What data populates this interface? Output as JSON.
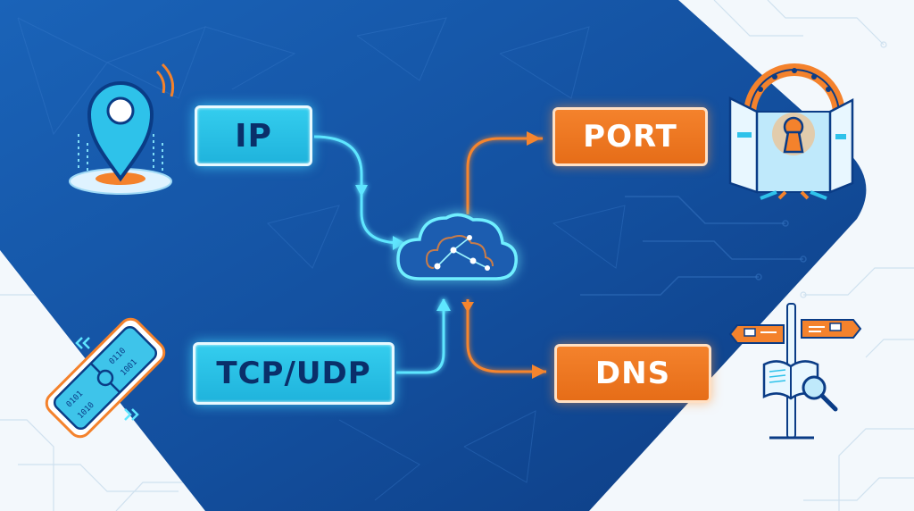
{
  "nodes": {
    "ip": "IP",
    "tcp_udp": "TCP/UDP",
    "port": "PORT",
    "dns": "DNS"
  },
  "icons": {
    "location": "map-pin-icon",
    "connector": "puzzle-cable-icon",
    "gateway": "keyhole-gate-icon",
    "signpost": "signpost-book-icon",
    "hub": "cloud-network-icon"
  },
  "colors": {
    "background_blue": "#1456a6",
    "cyan_accent": "#34cdee",
    "orange_accent": "#f4822c",
    "glow_cyan": "#5fe6ff",
    "navy_text": "#0a2f6a"
  }
}
